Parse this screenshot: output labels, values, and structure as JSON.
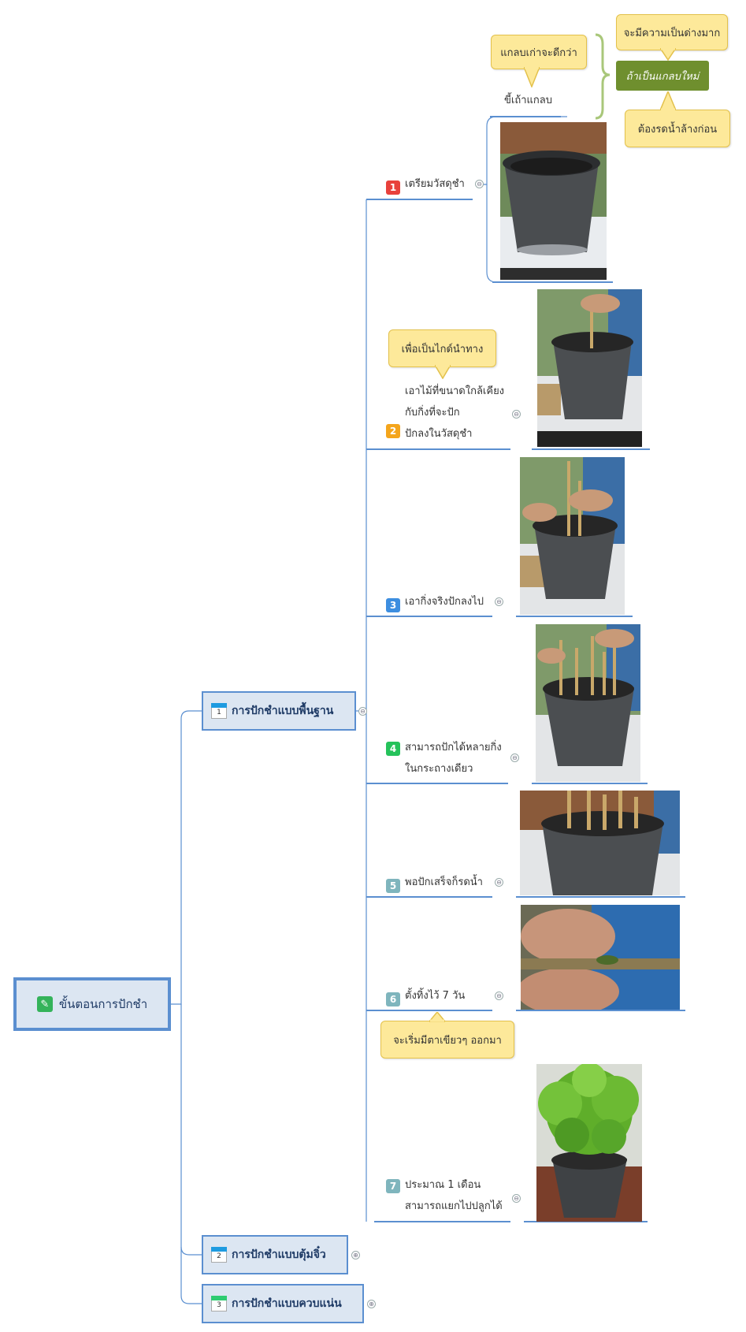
{
  "root": {
    "label": "ขั้นตอนการปักชำ",
    "icon": "pencil-icon"
  },
  "branches": [
    {
      "number": "1",
      "label": "การปักชำแบบพื้นฐาน",
      "toggle": "⊖"
    },
    {
      "number": "2",
      "label": "การปักชำแบบตุ้มจิ๋ว",
      "toggle": "⊕"
    },
    {
      "number": "3",
      "label": "การปักชำแบบควบแน่น",
      "toggle": "⊕"
    }
  ],
  "steps": [
    {
      "number": "1",
      "color": "#e8413c",
      "lines": [
        "เตรียมวัสดุชำ"
      ]
    },
    {
      "number": "2",
      "color": "#f4a51c",
      "lines": [
        "เอาไม้ที่ขนาดใกล้เคียง",
        "กับกิ่งที่จะปัก",
        "ปักลงในวัสดุชำ"
      ]
    },
    {
      "number": "3",
      "color": "#3d8ee0",
      "lines": [
        "เอากิ่งจริงปักลงไป"
      ]
    },
    {
      "number": "4",
      "color": "#25c25b",
      "lines": [
        "สามารถปักได้หลายกิ่ง",
        "ในกระถางเดียว"
      ]
    },
    {
      "number": "5",
      "color": "#7fb5bd",
      "lines": [
        "พอปักเสร็จก็รดน้ำ"
      ]
    },
    {
      "number": "6",
      "color": "#7fb5bd",
      "lines": [
        "ตั้งทิ้งไว้ 7 วัน"
      ]
    },
    {
      "number": "7",
      "color": "#7fb5bd",
      "lines": [
        "ประมาณ 1 เดือน",
        "สามารถแยกไปปลูกได้"
      ]
    }
  ],
  "substep": {
    "label": "ขี้เถ้าแกลบ"
  },
  "notes": {
    "old_husk": "แกลบเก่าจะดีกว่า",
    "new_husk": "ถ้าเป็นแกลบใหม่",
    "alkaline": "จะมีความเป็นด่างมาก",
    "wash": "ต้องรดน้ำล้างก่อน",
    "guide": "เพื่อเป็นไกด์นำทาง",
    "sprout": "จะเริ่มมีตาเขียวๆ ออกมา"
  },
  "toggle_minus": "⊖",
  "colors": {
    "line": "#5b8fd0",
    "node_fill": "#dce6f2",
    "note_fill": "#fde99a",
    "green": "#6f8f2e"
  }
}
